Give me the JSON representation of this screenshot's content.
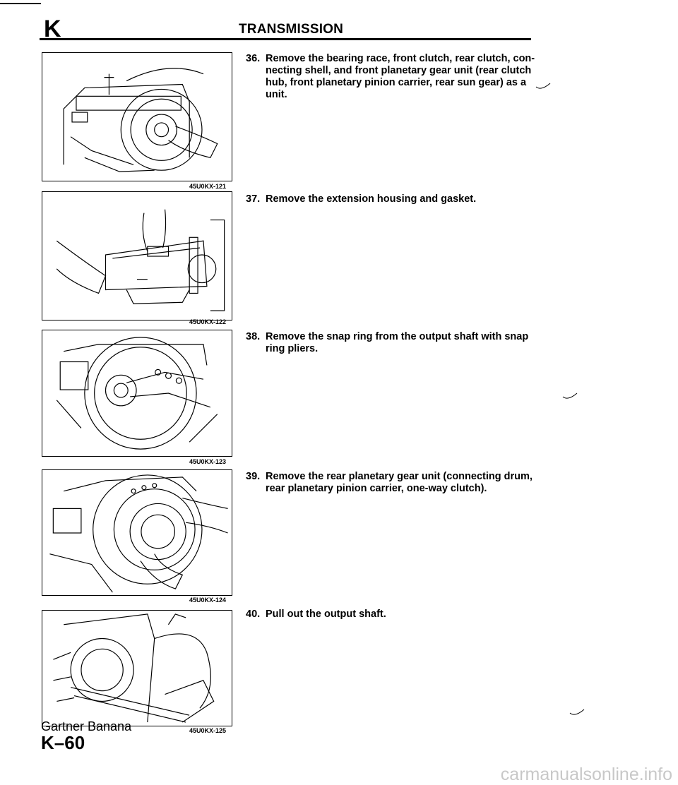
{
  "header": {
    "section_letter": "K",
    "title": "TRANSMISSION"
  },
  "figures": [
    {
      "code": "45U0KX-121",
      "icon": "clutch-assembly-removal-illustration"
    },
    {
      "code": "45U0KX-122",
      "icon": "extension-housing-removal-illustration"
    },
    {
      "code": "45U0KX-123",
      "icon": "snap-ring-pliers-illustration"
    },
    {
      "code": "45U0KX-124",
      "icon": "rear-planetary-gear-removal-illustration"
    },
    {
      "code": "45U0KX-125",
      "icon": "output-shaft-pull-illustration"
    }
  ],
  "steps": [
    {
      "number": "36.",
      "lines": [
        "Remove the bearing race, front clutch, rear clutch, con-",
        "necting shell, and front planetary gear unit (rear clutch",
        "hub, front planetary pinion carrier, rear sun gear) as a",
        "unit."
      ]
    },
    {
      "number": "37.",
      "lines": [
        "Remove the extension housing and gasket."
      ]
    },
    {
      "number": "38.",
      "lines": [
        "Remove the snap ring from the output shaft with snap",
        "ring pliers."
      ]
    },
    {
      "number": "39.",
      "lines": [
        "Remove the rear planetary gear unit (connecting drum,",
        "rear planetary pinion carrier, one-way clutch)."
      ]
    },
    {
      "number": "40.",
      "lines": [
        "Pull out the output shaft."
      ]
    }
  ],
  "footer": {
    "brand": "Gartner Banana",
    "page_number": "K–60",
    "watermark": "carmanualsonline.info"
  }
}
